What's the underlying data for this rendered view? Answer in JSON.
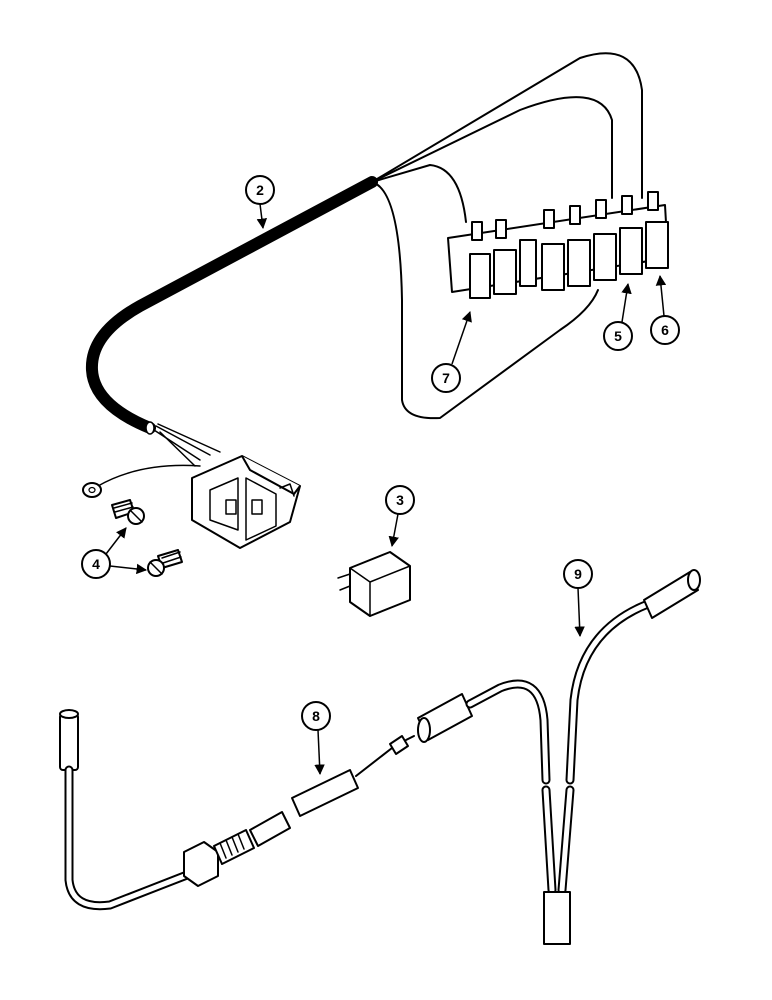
{
  "callouts": {
    "c2": "2",
    "c3": "3",
    "c4": "4",
    "c5": "5",
    "c6": "6",
    "c7": "7",
    "c8": "8",
    "c9": "9"
  }
}
